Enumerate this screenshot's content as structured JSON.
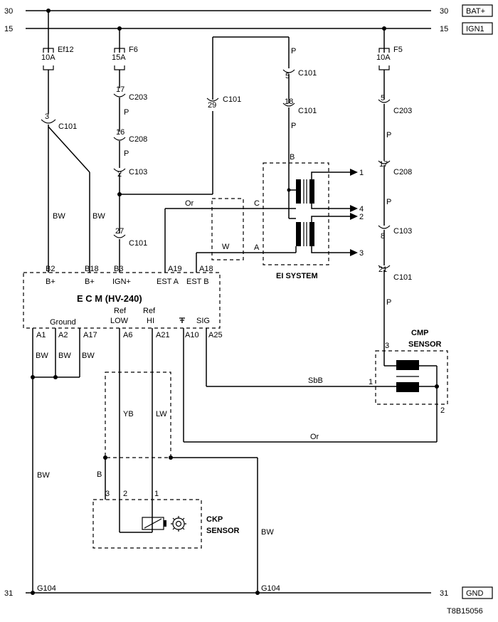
{
  "rails": {
    "bat_left": "30",
    "bat_right": "30",
    "bat_tag": "BAT+",
    "ign_left": "15",
    "ign_right": "15",
    "ign_tag": "IGN1",
    "gnd_left": "31",
    "gnd_right": "31",
    "gnd_tag": "GND"
  },
  "fuses": [
    {
      "name": "Ef12",
      "rating": "10A"
    },
    {
      "name": "F6",
      "rating": "15A"
    },
    {
      "name": "F5",
      "rating": "10A"
    }
  ],
  "connectors": {
    "c101_pin3": {
      "pin": "3",
      "name": "C101"
    },
    "c203_pin17": {
      "pin": "17",
      "name": "C203"
    },
    "c208_pin16": {
      "pin": "16",
      "name": "C208"
    },
    "c103_pin2": {
      "pin": "2",
      "name": "C103"
    },
    "c101_pin27": {
      "pin": "27",
      "name": "C101"
    },
    "c101_pin29": {
      "pin": "29",
      "name": "C101"
    },
    "c101_pin5": {
      "pin": "5",
      "name": "C101"
    },
    "c101_pin18": {
      "pin": "18",
      "name": "C101"
    },
    "c203_pin5": {
      "pin": "5",
      "name": "C203"
    },
    "c208_pin17": {
      "pin": "17",
      "name": "C208"
    },
    "c103_pin8": {
      "pin": "8",
      "name": "C103"
    },
    "c101_pin21": {
      "pin": "21",
      "name": "C101"
    }
  },
  "wires": {
    "bw": "BW",
    "p": "P",
    "or": "Or",
    "w": "W",
    "yb": "YB",
    "lw": "LW",
    "b": "B",
    "sbb": "SbB"
  },
  "ei_system": {
    "label": "EI SYSTEM",
    "terminal_b": "B",
    "terminal_c": "C",
    "terminal_a": "A",
    "outputs": [
      "1",
      "4",
      "2",
      "3"
    ]
  },
  "ecm": {
    "title": "E C M (HV-240)",
    "top_pins": [
      {
        "pin": "B2",
        "label": "B+"
      },
      {
        "pin": "B18",
        "label": "B+"
      },
      {
        "pin": "B3",
        "label": "IGN+"
      },
      {
        "pin": "A19",
        "label": "EST A"
      },
      {
        "pin": "A18",
        "label": "EST B"
      }
    ],
    "ground_label": "Ground",
    "ref_low": [
      "Ref",
      "LOW"
    ],
    "ref_hi": [
      "Ref",
      "HI"
    ],
    "sig_label": "SIG",
    "bottom_pins": [
      "A1",
      "A2",
      "A17",
      "A6",
      "A21",
      "A10",
      "A25"
    ]
  },
  "ckp": {
    "label": [
      "CKP",
      "SENSOR"
    ],
    "pins": [
      "3",
      "2",
      "1"
    ]
  },
  "cmp": {
    "label": [
      "CMP",
      "SENSOR"
    ],
    "pins": [
      "3",
      "1",
      "2"
    ]
  },
  "grounds": {
    "left": "G104",
    "right": "G104"
  },
  "figure_ref": "T8B15056"
}
